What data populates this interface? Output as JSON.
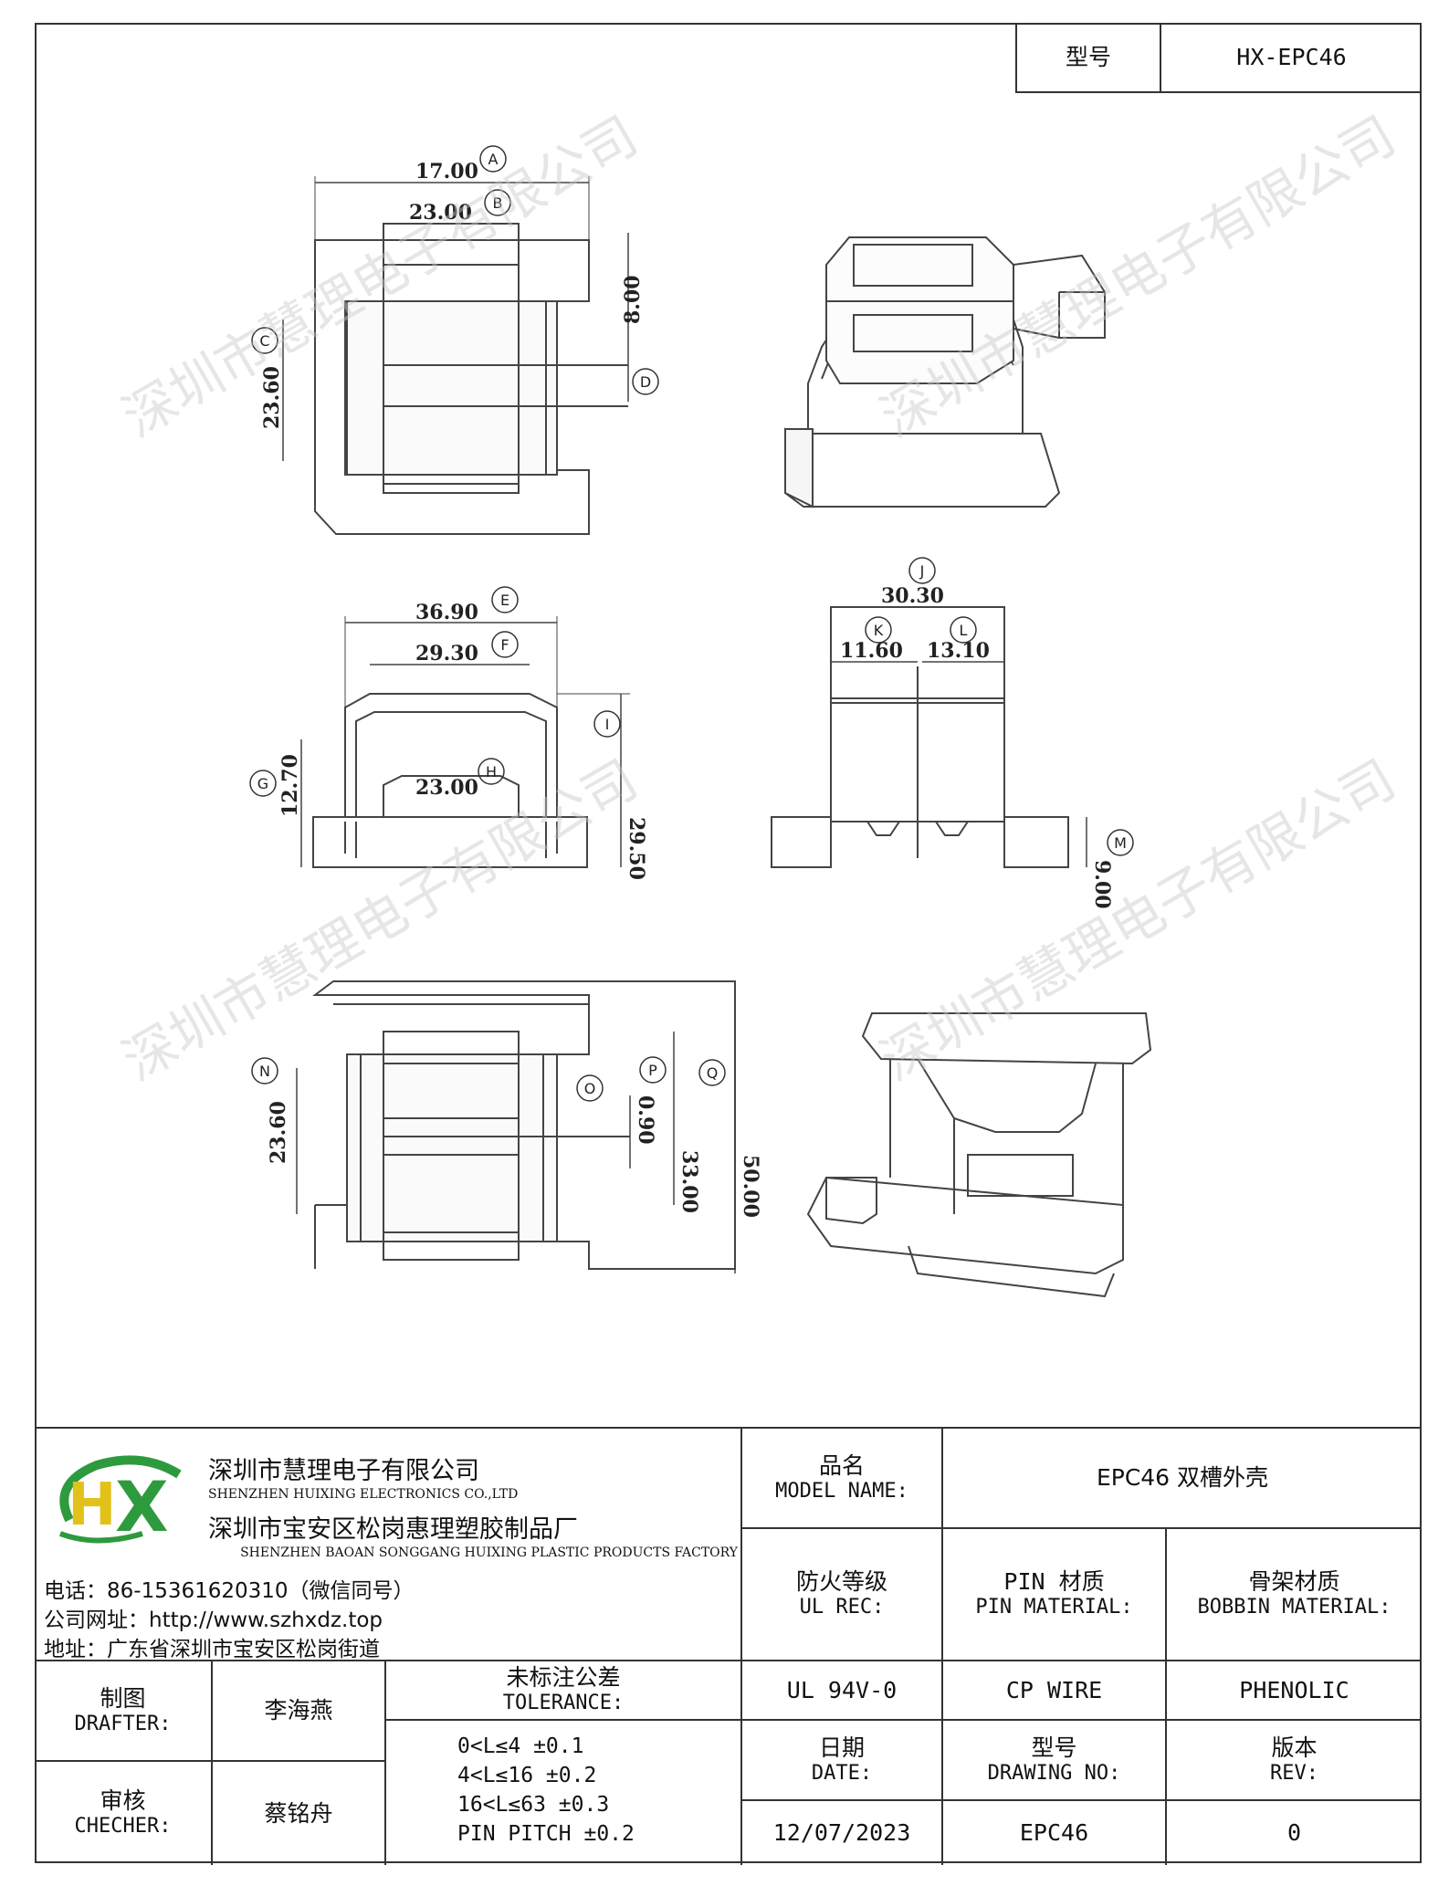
{
  "header": {
    "model_label": "型号",
    "model_value": "HX-EPC46"
  },
  "dimensions": {
    "A": "17.00",
    "B": "23.00",
    "C": "23.60",
    "D": "8.00",
    "E": "36.90",
    "F": "29.30",
    "G": "12.70",
    "H": "23.00",
    "I": "29.50",
    "J": "30.30",
    "K": "11.60",
    "L": "13.10",
    "M": "9.00",
    "N": "23.60",
    "O": "0.90",
    "P": "33.00",
    "Q": "50.00"
  },
  "letters": {
    "A": "A",
    "B": "B",
    "C": "C",
    "D": "D",
    "E": "E",
    "F": "F",
    "G": "G",
    "H": "H",
    "I": "I",
    "J": "J",
    "K": "K",
    "L": "L",
    "M": "M",
    "N": "N",
    "O": "O",
    "P": "P",
    "Q": "Q"
  },
  "watermark": "深圳市慧理电子有限公司",
  "company": {
    "name_cn": "深圳市慧理电子有限公司",
    "name_en": "SHENZHEN HUIXING ELECTRONICS CO.,LTD",
    "factory_cn": "深圳市宝安区松岗惠理塑胶制品厂",
    "factory_en": "SHENZHEN BAOAN SONGGANG HUIXING PLASTIC PRODUCTS FACTORY",
    "phone": "电话：86-15361620310（微信同号）",
    "website": "公司网址：http://www.szhxdz.top",
    "address": "地址：广东省深圳市宝安区松岗街道",
    "logo_letters": "HX",
    "logo_green": "#2e9a3e",
    "logo_yellow": "#e2c21a"
  },
  "title_block": {
    "model_name_cn": "品名",
    "model_name_en": "MODEL NAME:",
    "model_name_value": "EPC46 双槽外壳",
    "ul_cn": "防火等级",
    "ul_en": "UL REC:",
    "pin_cn": "PIN 材质",
    "pin_en": "PIN MATERIAL:",
    "bobbin_cn": "骨架材质",
    "bobbin_en": "BOBBIN MATERIAL:",
    "ul_value": "UL 94V-0",
    "pin_value": "CP WIRE",
    "bobbin_value": "PHENOLIC",
    "date_cn": "日期",
    "date_en": "DATE:",
    "drawing_cn": "型号",
    "drawing_en": "DRAWING NO:",
    "rev_cn": "版本",
    "rev_en": "REV:",
    "date_value": "12/07/2023",
    "drawing_value": "EPC46",
    "rev_value": "0",
    "drafter_cn": "制图",
    "drafter_en": "DRAFTER:",
    "drafter_name": "李海燕",
    "checker_cn": "审核",
    "checker_en": "CHECHER:",
    "checker_name": "蔡铭舟",
    "tolerance_cn": "未标注公差",
    "tolerance_en": "TOLERANCE:",
    "tolerance_lines": [
      "0<L≤4  ±0.1",
      "4<L≤16 ±0.2",
      "16<L≤63 ±0.3",
      "PIN PITCH ±0.2"
    ]
  }
}
